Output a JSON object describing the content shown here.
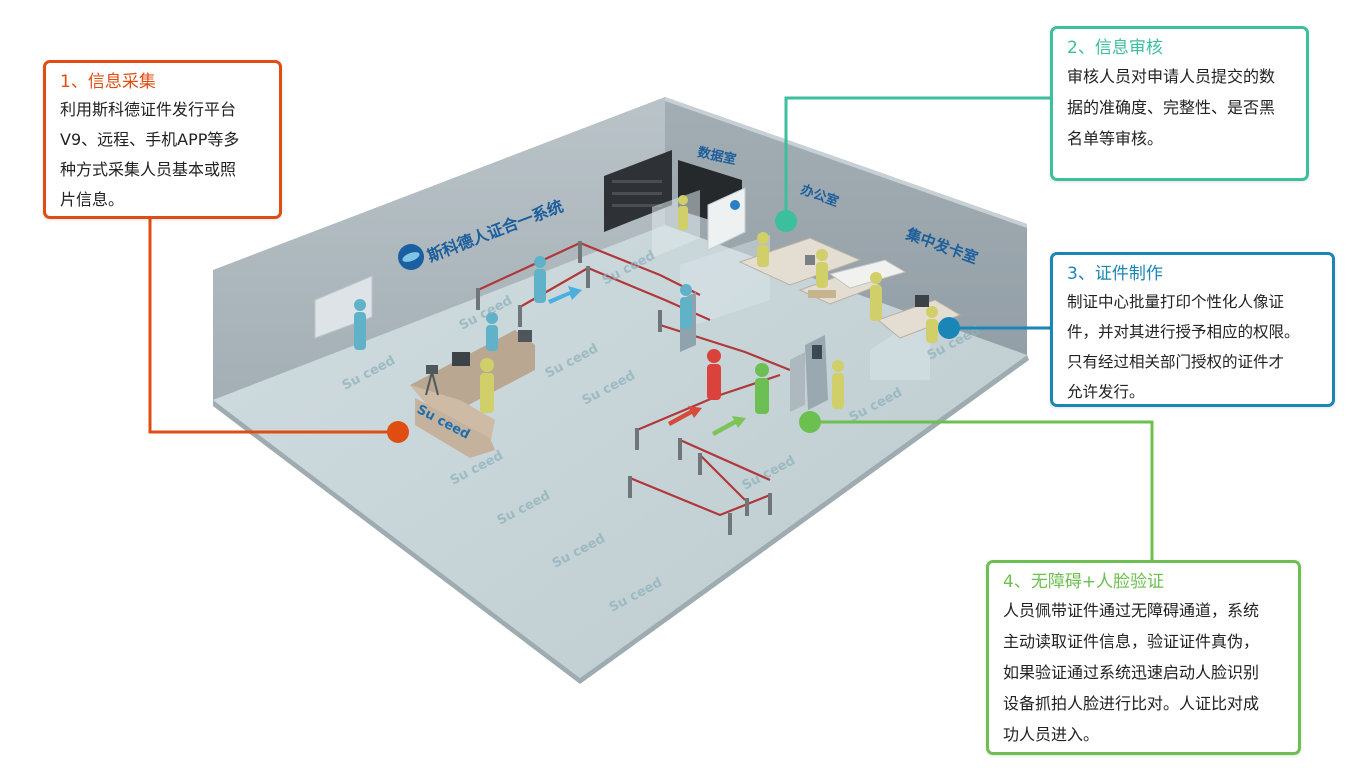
{
  "colors": {
    "step1": "#e04d13",
    "step2": "#3bbf9d",
    "step3": "#1a86b6",
    "step4": "#6cc04f",
    "floor": "#c3d2d6",
    "wall": "#a9b4ba"
  },
  "scene": {
    "wall_banner": "斯科德人证合一系统",
    "room_data": "数据室",
    "room_office": "办公室",
    "room_card": "集中发卡室",
    "floor_logo": "Su ceed",
    "desk_logo": "Su ceed"
  },
  "steps": [
    {
      "title": "1、信息采集",
      "lines": [
        "利用斯科德证件发行平台",
        "V9、远程、手机APP等多",
        "种方式采集人员基本或照",
        "片信息。"
      ]
    },
    {
      "title": "2、信息审核",
      "lines": [
        "审核人员对申请人员提交的数",
        "据的准确度、完整性、是否黑",
        "名单等审核。"
      ]
    },
    {
      "title": "3、证件制作",
      "lines": [
        "制证中心批量打印个性化人像证",
        "件，并对其进行授予相应的权限。",
        "只有经过相关部门授权的证件才",
        "允许发行。"
      ]
    },
    {
      "title": "4、无障碍+人脸验证",
      "lines": [
        "人员佩带证件通过无障碍通道，系统",
        "主动读取证件信息，验证证件真伪，",
        "如果验证通过系统迅速启动人脸识别",
        "设备抓拍人脸进行比对。人证比对成",
        "功人员进入。"
      ]
    }
  ]
}
